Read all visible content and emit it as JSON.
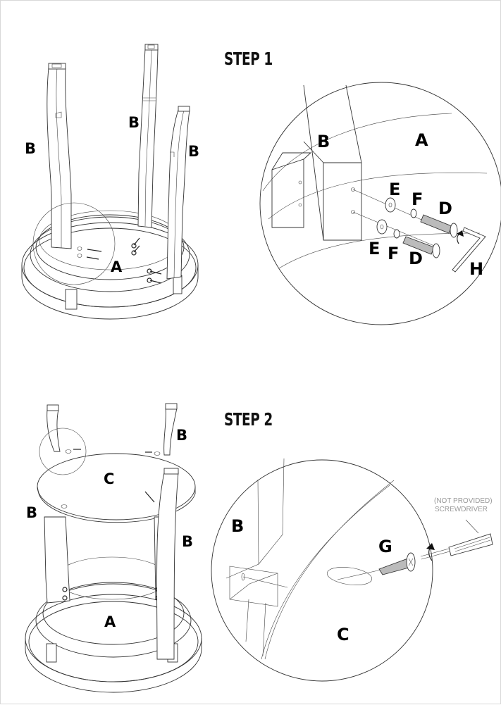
{
  "steps": [
    {
      "title": "STEP 1",
      "overview_labels": {
        "leg_left": "B",
        "leg_middle": "B",
        "leg_right": "B",
        "base": "A"
      },
      "detail_labels": {
        "leg": "B",
        "base": "A",
        "washer_top": "E",
        "lockwasher_top": "F",
        "bolt_top": "D",
        "washer_bottom": "E",
        "lockwasher_bottom": "F",
        "bolt_bottom": "D",
        "allen_key": "H"
      }
    },
    {
      "title": "STEP 2",
      "overview_labels": {
        "leg_top_right": "B",
        "seat": "C",
        "leg_left": "B",
        "leg_front_right": "B",
        "base": "A"
      },
      "detail_labels": {
        "leg": "B",
        "screw": "G",
        "seat": "C"
      },
      "tool_note": {
        "line1": "(NOT PROVIDED)",
        "line2": "SCREWDRIVER"
      }
    }
  ],
  "icons": [
    "bolt-icon",
    "washer-icon",
    "allen-key-icon",
    "screwdriver-icon",
    "rotate-arrow-icon",
    "wood-screw-icon"
  ]
}
